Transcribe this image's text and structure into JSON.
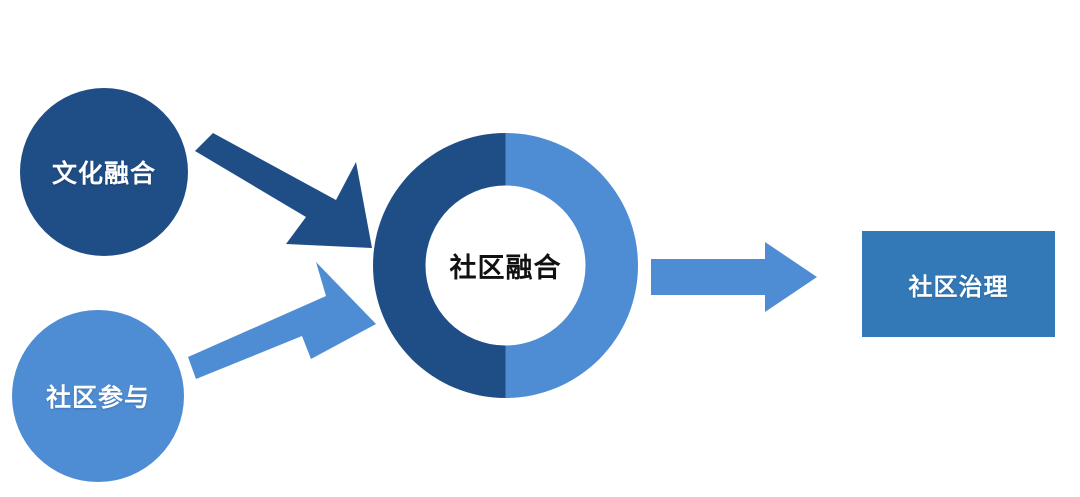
{
  "diagram": {
    "title_text_color": "#ffffff",
    "background": "#ffffff",
    "palette": {
      "dark_blue": "#1F4E86",
      "light_blue": "#4E8DD4",
      "box_blue": "#3479B7",
      "center_text": "#111111"
    },
    "inputs": [
      {
        "id": "culture-fusion",
        "label": "文化融合",
        "shape": "circle",
        "color": "#1F4E86"
      },
      {
        "id": "community-participation",
        "label": "社区参与",
        "shape": "circle",
        "color": "#4E8DD4"
      }
    ],
    "hub": {
      "id": "community-integration",
      "label": "社区融合",
      "shape": "donut",
      "segments": [
        {
          "name": "left-half",
          "color": "#1F4E86",
          "share": 50
        },
        {
          "name": "right-half",
          "color": "#4E8DD4",
          "share": 50
        }
      ]
    },
    "output": {
      "id": "community-governance",
      "label": "社区治理",
      "shape": "rectangle",
      "color": "#3479B7"
    },
    "connectors": [
      {
        "id": "culture-to-hub",
        "color": "#1F4E86",
        "direction": "down-right"
      },
      {
        "id": "participation-to-hub",
        "color": "#4E8DD4",
        "direction": "up-right"
      },
      {
        "id": "hub-to-governance",
        "color": "#4E8DD4",
        "direction": "right"
      }
    ]
  }
}
